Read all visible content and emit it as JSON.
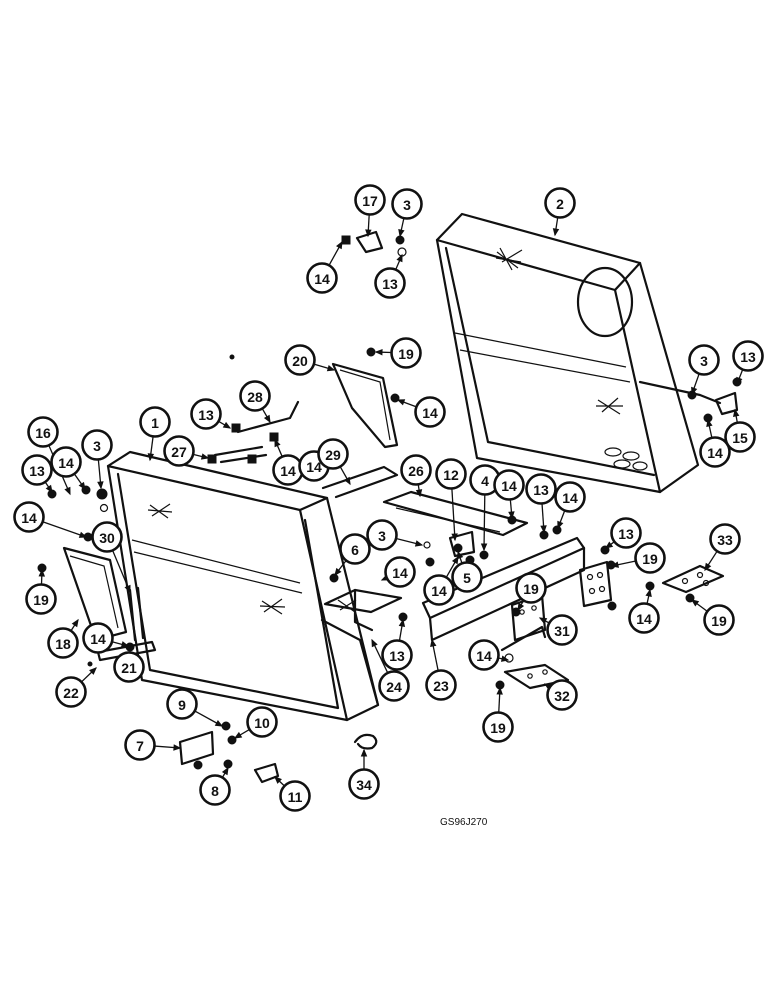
{
  "drawing_code": "GS96J270",
  "callouts": [
    {
      "id": "c1",
      "label": "1"
    },
    {
      "id": "c2",
      "label": "2"
    },
    {
      "id": "c3a",
      "label": "3"
    },
    {
      "id": "c3b",
      "label": "3"
    },
    {
      "id": "c3c",
      "label": "3"
    },
    {
      "id": "c3d",
      "label": "3"
    },
    {
      "id": "c4",
      "label": "4"
    },
    {
      "id": "c5",
      "label": "5"
    },
    {
      "id": "c6",
      "label": "6"
    },
    {
      "id": "c7",
      "label": "7"
    },
    {
      "id": "c8",
      "label": "8"
    },
    {
      "id": "c9",
      "label": "9"
    },
    {
      "id": "c10",
      "label": "10"
    },
    {
      "id": "c11",
      "label": "11"
    },
    {
      "id": "c12",
      "label": "12"
    },
    {
      "id": "c13a",
      "label": "13"
    },
    {
      "id": "c13b",
      "label": "13"
    },
    {
      "id": "c13c",
      "label": "13"
    },
    {
      "id": "c13d",
      "label": "13"
    },
    {
      "id": "c13e",
      "label": "13"
    },
    {
      "id": "c13f",
      "label": "13"
    },
    {
      "id": "c13g",
      "label": "13"
    },
    {
      "id": "c14a",
      "label": "14"
    },
    {
      "id": "c14b",
      "label": "14"
    },
    {
      "id": "c14c",
      "label": "14"
    },
    {
      "id": "c14d",
      "label": "14"
    },
    {
      "id": "c14e",
      "label": "14"
    },
    {
      "id": "c14f",
      "label": "14"
    },
    {
      "id": "c14g",
      "label": "14"
    },
    {
      "id": "c14h",
      "label": "14"
    },
    {
      "id": "c14i",
      "label": "14"
    },
    {
      "id": "c14j",
      "label": "14"
    },
    {
      "id": "c14k",
      "label": "14"
    },
    {
      "id": "c14l",
      "label": "14"
    },
    {
      "id": "c14m",
      "label": "14"
    },
    {
      "id": "c14n",
      "label": "14"
    },
    {
      "id": "c15",
      "label": "15"
    },
    {
      "id": "c16",
      "label": "16"
    },
    {
      "id": "c17",
      "label": "17"
    },
    {
      "id": "c18",
      "label": "18"
    },
    {
      "id": "c19a",
      "label": "19"
    },
    {
      "id": "c19b",
      "label": "19"
    },
    {
      "id": "c19c",
      "label": "19"
    },
    {
      "id": "c19d",
      "label": "19"
    },
    {
      "id": "c19e",
      "label": "19"
    },
    {
      "id": "c19f",
      "label": "19"
    },
    {
      "id": "c20",
      "label": "20"
    },
    {
      "id": "c21",
      "label": "21"
    },
    {
      "id": "c22",
      "label": "22"
    },
    {
      "id": "c23",
      "label": "23"
    },
    {
      "id": "c24",
      "label": "24"
    },
    {
      "id": "c26",
      "label": "26"
    },
    {
      "id": "c27",
      "label": "27"
    },
    {
      "id": "c28",
      "label": "28"
    },
    {
      "id": "c29",
      "label": "29"
    },
    {
      "id": "c30",
      "label": "30"
    },
    {
      "id": "c31",
      "label": "31"
    },
    {
      "id": "c32",
      "label": "32"
    },
    {
      "id": "c33",
      "label": "33"
    },
    {
      "id": "c34",
      "label": "34"
    }
  ]
}
